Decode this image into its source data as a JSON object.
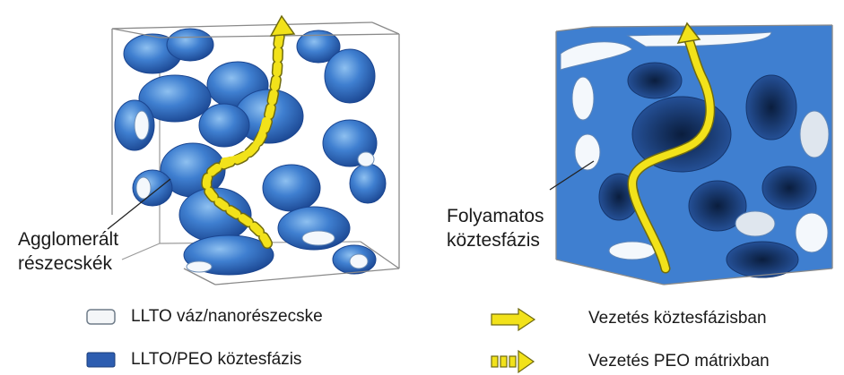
{
  "left_panel": {
    "label_line1": "Agglomerált",
    "label_line2": "részecskék"
  },
  "right_panel": {
    "label_line1": "Folyamatos",
    "label_line2": "köztesfázis"
  },
  "legend": {
    "llto_frame": "LLTO váz/nanorészecske",
    "llto_peo_interphase": "LLTO/PEO köztesfázis",
    "conduction_interphase": "Vezetés köztesfázisban",
    "conduction_peo": "Vezetés PEO mátrixban"
  },
  "colors": {
    "blue": "#3f7fd0",
    "blue_dark": "#1f4f9a",
    "yellow": "#f2e21a",
    "cube_edge": "#8a8a8a"
  }
}
